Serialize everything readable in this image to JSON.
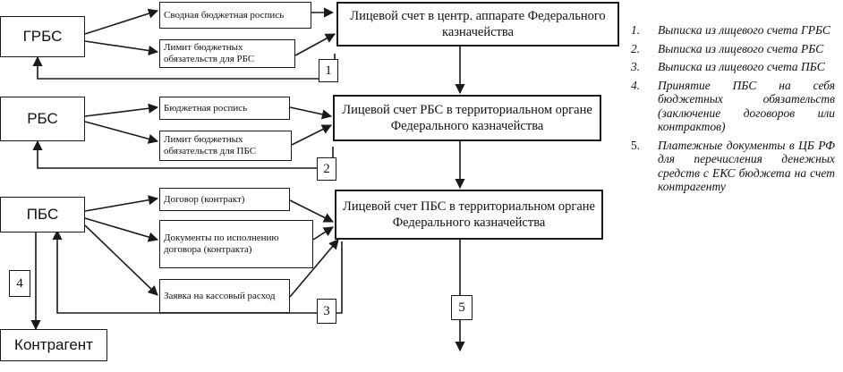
{
  "entities": {
    "grbs": "ГРБС",
    "rbs": "РБС",
    "pbs": "ПБС",
    "contractor": "Контрагент"
  },
  "documents": {
    "grbs_roster": "Сводная бюджетная роспись",
    "grbs_limit": "Лимит бюджетных обязательств для РБС",
    "rbs_roster": "Бюджетная роспись",
    "rbs_limit": "Лимит бюджетных обязательств для ПБС",
    "pbs_contract": "Договор (контракт)",
    "pbs_execution_docs": "Документы по исполнению договора (контракта)",
    "pbs_cash_request": "Заявка на кассовый расход"
  },
  "accounts": {
    "central": "Лицевой счет в центр. аппарате Федерального казначейства",
    "rbs_territorial": "Лицевой счет РБС в территориальном органе Федерального казначейства",
    "pbs_territorial": "Лицевой счет ПБС в территориальном органе Федерального казначейства"
  },
  "flow_numbers": [
    "1",
    "2",
    "3",
    "4",
    "5"
  ],
  "legend": [
    {
      "n": "1.",
      "text": "Выписка из лицевого счета ГРБС"
    },
    {
      "n": "2.",
      "text": "Выписка из лицевого счета РБС"
    },
    {
      "n": "3.",
      "text": "Выписка из лицевого счета ПБС"
    },
    {
      "n": "4.",
      "text": "Принятие ПБС на себя бюджетных обязательств (заключение договоров или контрактов)"
    },
    {
      "n": "5.",
      "text": "Платежные документы в ЦБ РФ для перечисления денежных средств с ЕКС бюджета на счет контрагенту"
    }
  ]
}
